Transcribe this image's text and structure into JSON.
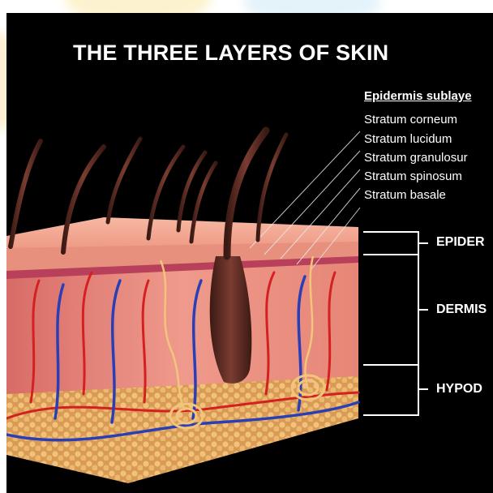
{
  "title": "THE THREE LAYERS OF SKIN",
  "epidermis_sublayers": {
    "heading": "Epidermis sublaye",
    "items": [
      "Stratum corneum",
      "Stratum lucidum",
      "Stratum granulosur",
      "Stratum spinosum",
      "Stratum basale"
    ]
  },
  "layers": [
    "EPIDER",
    "DERMIS",
    "HYPOD"
  ],
  "colors": {
    "background": "#000000",
    "text": "#ffffff",
    "epidermis": "#f0a08a",
    "dermis": "#e98a7d",
    "hypodermis": "#e8b56a",
    "artery": "#d42020",
    "vein": "#2a3fb5",
    "hair": "#5a2a20"
  }
}
